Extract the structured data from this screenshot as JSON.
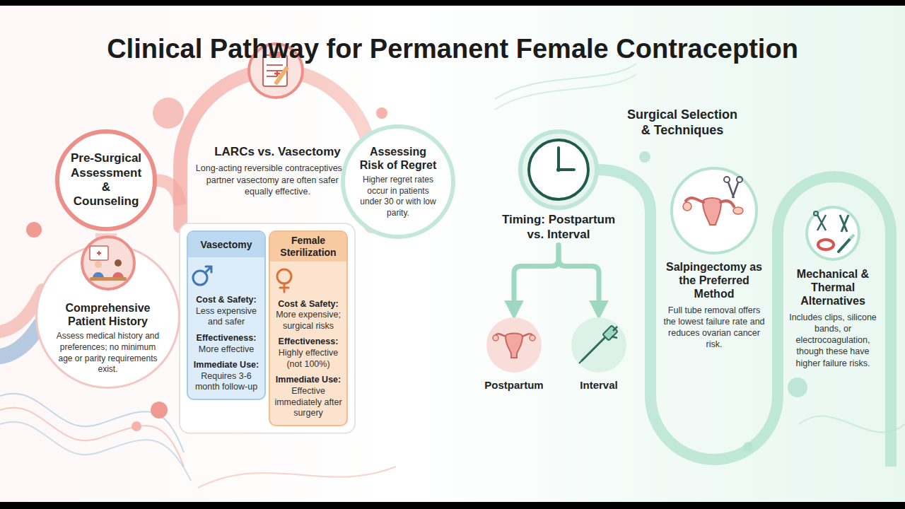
{
  "diagram": {
    "title": "Clinical Pathway for Permanent Female Contraception",
    "nodes": [
      {
        "text": [
          "Pre-Surgical Assessment & Counseling"
        ]
      },
      {
        "text": [
          "Comprehensive Patient History",
          "Assess medical history and preferences; no minimum age or parity requirements exist."
        ]
      },
      {
        "text": [
          "LARCs vs. Vasectomy",
          "Long-acting reversible contraceptives and partner vasectomy are often safer or equally effective."
        ]
      },
      {
        "text": [
          "Vasectomy",
          "Cost & Safety:",
          "Less expensive and safer",
          "Effectiveness:",
          "More effective",
          "Immediate Use:",
          "Requires 3-6 month follow-up"
        ]
      },
      {
        "text": [
          "Female Sterilization",
          "Cost & Safety:",
          "More expensive; surgical risks",
          "Effectiveness:",
          "Highly effective (not 100%)",
          "Immediate Use:",
          "Effective immediately after surgery"
        ]
      },
      {
        "text": [
          "Assessing Risk of Regret",
          "Higher regret rates occur in patients under 30 or with low parity."
        ]
      },
      {
        "text": [
          "Timing: Postpartum vs. Interval"
        ]
      },
      {
        "text": [
          "Postpartum"
        ]
      },
      {
        "text": [
          "Interval"
        ]
      },
      {
        "text": [
          "Salpingectomy as the Preferred Method",
          "Full tube removal offers the lowest failure rate and reduces ovarian cancer risk."
        ]
      },
      {
        "text": [
          "Mechanical & Thermal Alternatives",
          "Includes clips, silicone bands, or electrocoagulation, though these have higher failure risks."
        ]
      }
    ],
    "edges": [
      {
        "from": 6,
        "to": 7,
        "arrow": "to"
      },
      {
        "from": 6,
        "to": 8,
        "arrow": "to"
      }
    ],
    "labels": [
      "Surgical Selection & Techniques"
    ]
  }
}
